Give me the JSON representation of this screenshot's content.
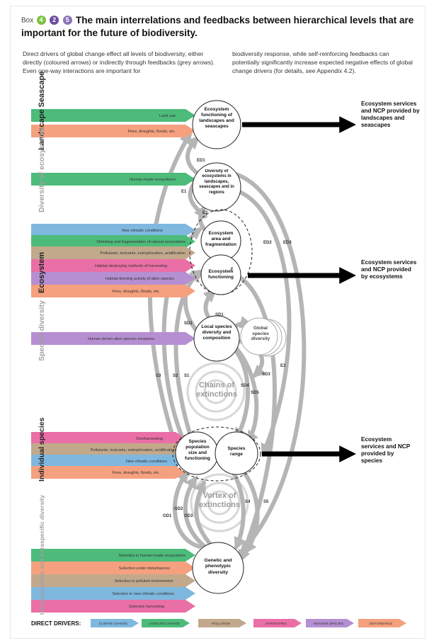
{
  "header": {
    "box_label": "Box",
    "badges": [
      {
        "text": "4",
        "color": "#7dc242"
      },
      {
        "text": "2",
        "color": "#6a4c9c"
      },
      {
        "text": "5",
        "color": "#8a72b8"
      }
    ],
    "title": "The main interrelations and feedbacks between hierarchical levels that are important for the future of biodiversity."
  },
  "intro": {
    "left": "Direct drivers of global change effect all levels of biodiversity, either directly (coloured arrows) or indirectly through feedbacks (grey arrows). Even one-way interactions are important for",
    "right": "biodiversity response, while self-reinforcing feedbacks can potentially significantly increase expected negative effects of global change drivers (for details, see Appendix 4.2)."
  },
  "levels": {
    "landscape": "Landscape Seascape",
    "ecosystems_div": "Diversity of ecosystems",
    "ecosystem": "Ecosystem",
    "species_div": "Species diversity",
    "individual": "Individual species",
    "intrapop": "Intrapopulation and intraspecific diversity"
  },
  "driver_arrows": {
    "land_use": "Land use",
    "fires_1": "Fires, droughts, floods, etc.",
    "human_made_eco": "Human-made ecosystems",
    "new_climatic_1": "New climatic conditions",
    "shrinking": "Shrinking and fragmentation of natural ecosystems",
    "pollutants_1": "Pollutants, toxicants, eutrophication, acidification",
    "habitat_destroying": "Habitat-destroying methods of harvesting",
    "habitat_forming": "Habitat-forming activity of alien species",
    "fires_2": "Fires, droughts, floods, etc.",
    "alien_invasions": "Human-driven alien species invasions",
    "overharvesting": "Overharvesting",
    "pollutants_2": "Pollutants, toxicants, eutrophication, acidification",
    "new_climatic_2": "New climatic conditions",
    "fires_3": "Fires, droughts, floods, etc.",
    "sel_human_made": "Selection in human-made ecosystems",
    "sel_disturbances": "Selection under disturbances",
    "sel_polluted": "Selection in polluted environment",
    "sel_climatic": "Selection in new climatic conditions",
    "sel_harvesting": "Selective harvesting"
  },
  "nodes": {
    "landscape_func": "Ecosystem functioning of landscapes and seascapes",
    "eco_diversity": "Diversity of ecosystems in landscapes, seascapes and in regions",
    "eco_area": "Ecosystem area and fragmentation",
    "eco_func": "Ecosystem functioning",
    "local_species": "Local species diversity and composition",
    "global_species": "Global species diversity",
    "chains": "Chains of extinctions",
    "pop_size": "Species population size and functioning",
    "species_range": "Species range",
    "vortex": "Vortex of extinctions",
    "genetic": "Genetic and phenotypic diversity"
  },
  "outputs": {
    "landscapes": "Ecosystem services and NCP provided by landscapes and seascapes",
    "ecosystems": "Ecosystem services and NCP provided by ecosystems",
    "species": "Ecosystem services and NCP provided by species"
  },
  "feedback_labels": {
    "ED1": "ED1",
    "E1": "E1",
    "E2": "E2",
    "ED2": "ED2",
    "ED3": "ED3",
    "F": "F",
    "SD1": "SD1",
    "SD2": "SD2",
    "SD3": "SD3",
    "SD4": "SD4",
    "SD5": "SD5",
    "S1": "S1",
    "S2": "S2",
    "S3": "S3",
    "S4": "S4",
    "S5": "S5",
    "E3": "E3",
    "GD1": "GD1",
    "GD2": "GD2",
    "GD3": "GD3"
  },
  "legend": {
    "title": "DIRECT DRIVERS:",
    "items": [
      {
        "label": "CLIMATE CHANGE",
        "color": "#7eb8df"
      },
      {
        "label": "LAND/USE CHANGE",
        "color": "#4dbb7a"
      },
      {
        "label": "POLLUTION",
        "color": "#c2a98c"
      },
      {
        "label": "HARVESTING",
        "color": "#ea6fa6"
      },
      {
        "label": "INVASIVE SPECIES",
        "color": "#b58fd1"
      },
      {
        "label": "DISTURBANCE",
        "color": "#f5a07e"
      }
    ]
  },
  "colors": {
    "climate": "#7eb8df",
    "landuse": "#4dbb7a",
    "pollution": "#c2a98c",
    "harvesting": "#ea6fa6",
    "invasive": "#b58fd1",
    "disturbance": "#f5a07e",
    "feedback_grey": "#b5b5b5"
  }
}
